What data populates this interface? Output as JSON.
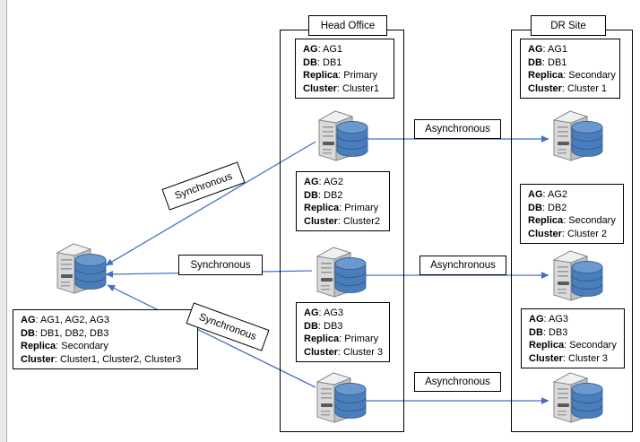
{
  "diagram": {
    "title_hidden": "SQL Server Availability Group Replication Topology",
    "accent_color": "#4472C4",
    "line_color": "#000000",
    "db_color": "#4A7EBB",
    "server_color": "#D0D0D0"
  },
  "sites": [
    {
      "id": "head-office",
      "label": "Head Office"
    },
    {
      "id": "dr-site",
      "label": "DR Site"
    }
  ],
  "head_office_nodes": [
    {
      "ag": "AG: AG1",
      "db": "DB: DB1",
      "replica": "Replica: Primary",
      "cluster": "Cluster: Cluster1",
      "ag_key": "AG",
      "ag_val": " AG1",
      "db_key": "DB",
      "db_val": " DB1",
      "replica_key": "Replica",
      "replica_val": " Primary",
      "cluster_key": "Cluster",
      "cluster_val": " Cluster1"
    },
    {
      "ag_key": "AG",
      "ag_val": " AG2",
      "db_key": "DB",
      "db_val": " DB2",
      "replica_key": "Replica",
      "replica_val": " Primary",
      "cluster_key": "Cluster",
      "cluster_val": " Cluster2"
    },
    {
      "ag_key": "AG",
      "ag_val": " AG3",
      "db_key": "DB",
      "db_val": " DB3",
      "replica_key": "Replica",
      "replica_val": " Primary",
      "cluster_key": "Cluster",
      "cluster_val": " Cluster 3"
    }
  ],
  "dr_site_nodes": [
    {
      "ag_key": "AG",
      "ag_val": " AG1",
      "db_key": "DB",
      "db_val": " DB1",
      "replica_key": "Replica",
      "replica_val": " Secondary",
      "cluster_key": "Cluster",
      "cluster_val": " Cluster 1"
    },
    {
      "ag_key": "AG",
      "ag_val": " AG2",
      "db_key": "DB",
      "db_val": " DB2",
      "replica_key": "Replica",
      "replica_val": " Secondary",
      "cluster_key": "Cluster",
      "cluster_val": " Cluster 2"
    },
    {
      "ag_key": "AG",
      "ag_val": " AG3",
      "db_key": "DB",
      "db_val": " DB3",
      "replica_key": "Replica",
      "replica_val": " Secondary",
      "cluster_key": "Cluster",
      "cluster_val": " Cluster 3"
    }
  ],
  "remote_node": {
    "ag_key": "AG",
    "ag_val": " AG1, AG2, AG3",
    "db_key": "DB",
    "db_val": " DB1, DB2, DB3",
    "replica_key": "Replica",
    "replica_val": " Secondary",
    "cluster_key": "Cluster",
    "cluster_val": " Cluster1, Cluster2, Cluster3"
  },
  "link_labels": {
    "sync_top": "Synchronous",
    "sync_middle": "Synchronous",
    "sync_bottom": "Synchronous",
    "async_top": "Asynchronous",
    "async_middle": "Asynchronous",
    "async_bottom": "Asynchronous"
  }
}
